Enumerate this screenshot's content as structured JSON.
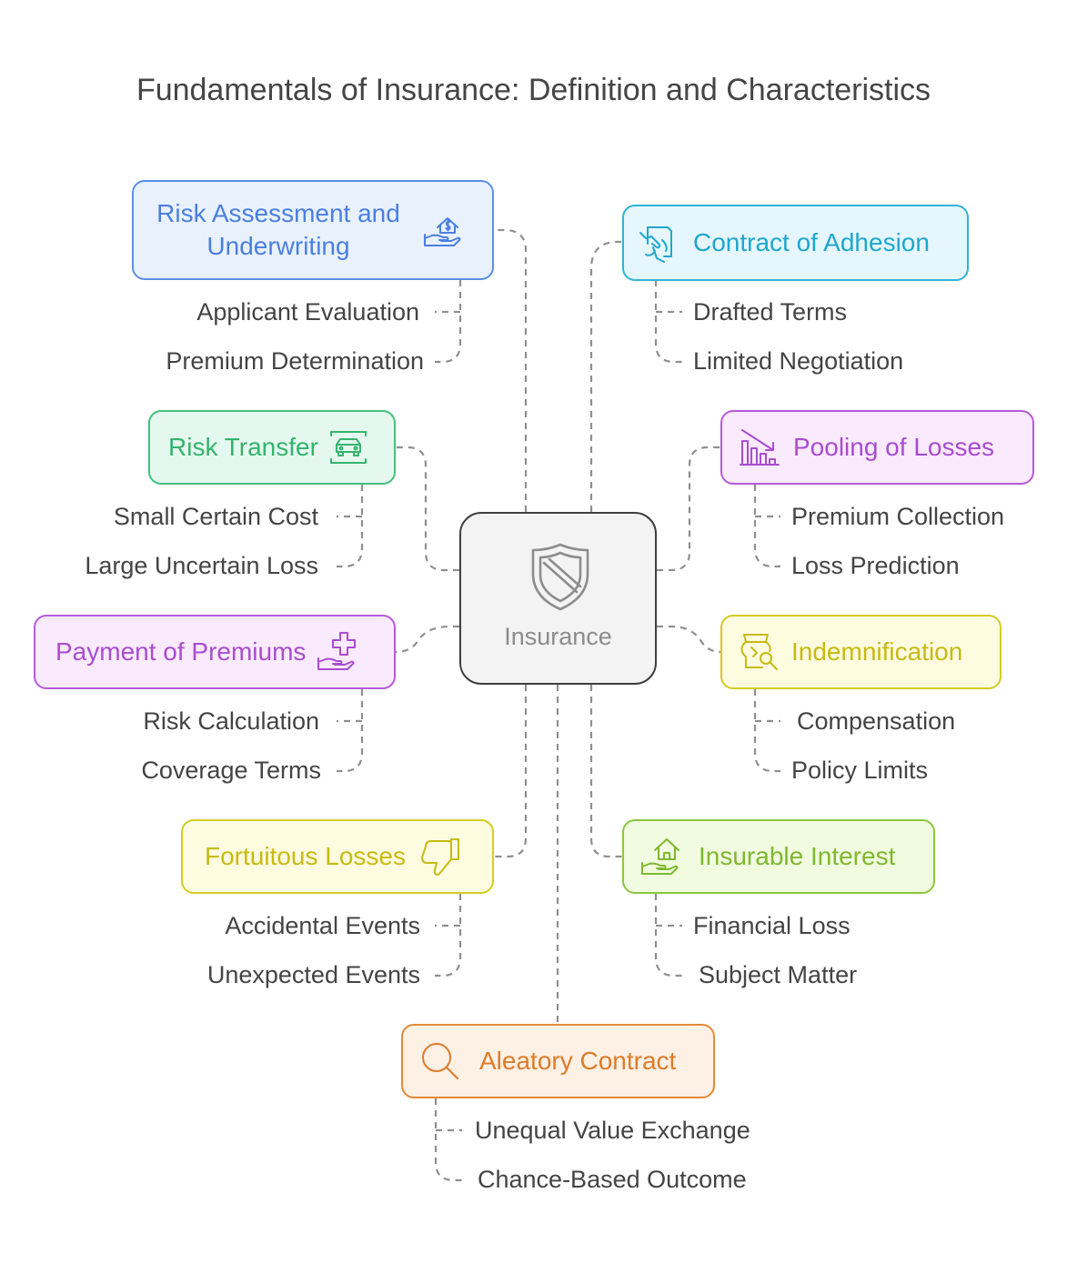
{
  "title": "Fundamentals of Insurance: Definition and Characteristics",
  "center": {
    "label": "Insurance",
    "icon": "shield-icon"
  },
  "nodes": {
    "risk_assessment": {
      "label": "Risk Assessment and Underwriting",
      "icon": "hand-house-dollar-icon",
      "items": [
        "Applicant Evaluation",
        "Premium Determination"
      ]
    },
    "contract_adhesion": {
      "label": "Contract of Adhesion",
      "icon": "signed-document-icon",
      "items": [
        "Drafted Terms",
        "Limited Negotiation"
      ]
    },
    "risk_transfer": {
      "label": "Risk Transfer",
      "icon": "car-icon",
      "items": [
        "Small Certain Cost",
        "Large Uncertain Loss"
      ]
    },
    "pooling_losses": {
      "label": "Pooling of Losses",
      "icon": "declining-chart-icon",
      "items": [
        "Premium Collection",
        "Loss Prediction"
      ]
    },
    "payment_premiums": {
      "label": "Payment of Premiums",
      "icon": "hand-plus-icon",
      "items": [
        "Risk Calculation",
        "Coverage Terms"
      ]
    },
    "indemnification": {
      "label": "Indemnification",
      "icon": "damaged-vase-icon",
      "items": [
        "Compensation",
        "Policy Limits"
      ]
    },
    "fortuitous_losses": {
      "label": "Fortuitous Losses",
      "icon": "thumbs-down-icon",
      "items": [
        "Accidental Events",
        "Unexpected Events"
      ]
    },
    "insurable_interest": {
      "label": "Insurable Interest",
      "icon": "hand-house-icon",
      "items": [
        "Financial Loss",
        "Subject Matter"
      ]
    },
    "aleatory_contract": {
      "label": "Aleatory Contract",
      "icon": "magnifier-icon",
      "items": [
        "Unequal Value Exchange",
        "Chance-Based Outcome"
      ]
    }
  }
}
